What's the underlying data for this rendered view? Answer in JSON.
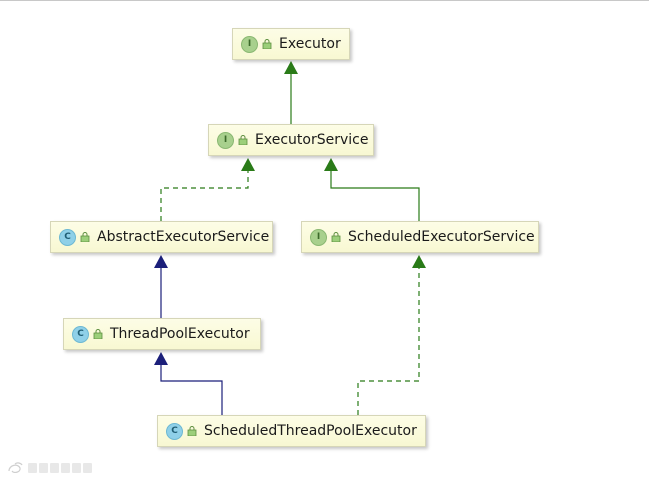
{
  "colors": {
    "interface_edge": "#2a7b18",
    "class_edge": "#1b1f7a",
    "node_fill": "#f8f8d2",
    "interface_badge": "#a8d08d",
    "class_badge": "#8fd0e8"
  },
  "diagram": {
    "nodes": {
      "executor": {
        "name": "Executor",
        "kind": "I"
      },
      "executor_service": {
        "name": "ExecutorService",
        "kind": "I"
      },
      "abstract_executor_service": {
        "name": "AbstractExecutorService",
        "kind": "C"
      },
      "scheduled_executor_service": {
        "name": "ScheduledExecutorService",
        "kind": "I"
      },
      "thread_pool_executor": {
        "name": "ThreadPoolExecutor",
        "kind": "C"
      },
      "scheduled_thread_pool_executor": {
        "name": "ScheduledThreadPoolExecutor",
        "kind": "C"
      }
    },
    "edges": [
      {
        "from": "ExecutorService",
        "to": "Executor",
        "relation": "extends",
        "style": "solid",
        "color": "#2a7b18"
      },
      {
        "from": "AbstractExecutorService",
        "to": "ExecutorService",
        "relation": "implements",
        "style": "dashed",
        "color": "#2a7b18"
      },
      {
        "from": "ScheduledExecutorService",
        "to": "ExecutorService",
        "relation": "extends",
        "style": "solid",
        "color": "#2a7b18"
      },
      {
        "from": "ThreadPoolExecutor",
        "to": "AbstractExecutorService",
        "relation": "extends",
        "style": "solid",
        "color": "#1b1f7a"
      },
      {
        "from": "ScheduledThreadPoolExecutor",
        "to": "ThreadPoolExecutor",
        "relation": "extends",
        "style": "solid",
        "color": "#1b1f7a"
      },
      {
        "from": "ScheduledThreadPoolExecutor",
        "to": "ScheduledExecutorService",
        "relation": "implements",
        "style": "dashed",
        "color": "#2a7b18"
      }
    ]
  },
  "watermark": {
    "text": "大数据技术与架构"
  }
}
